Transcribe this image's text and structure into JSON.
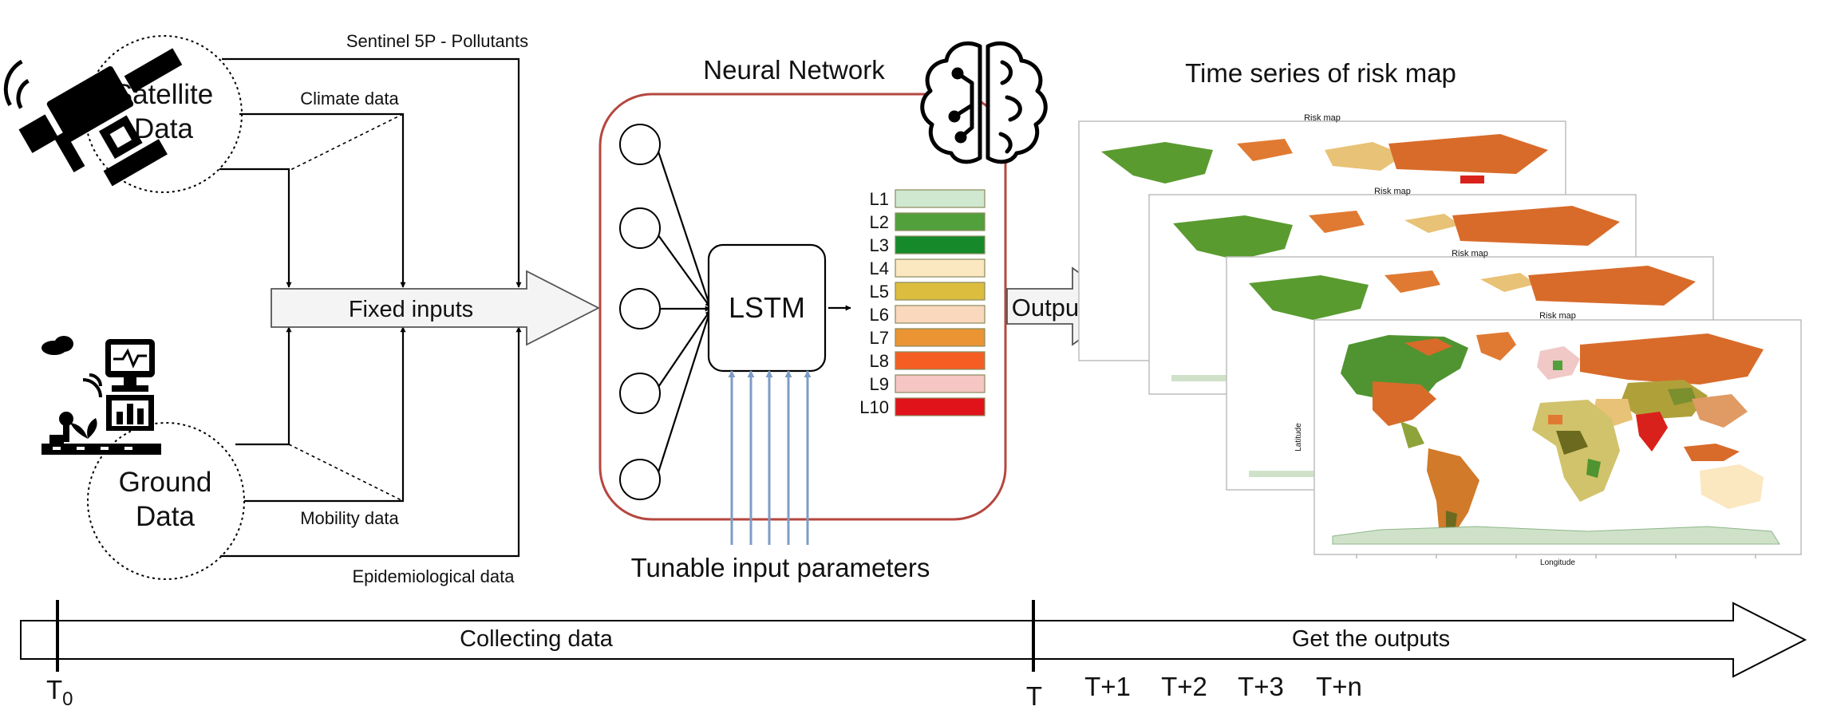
{
  "sources": {
    "satellite": {
      "line1": "Satellite",
      "line2": "Data"
    },
    "ground": {
      "line1": "Ground",
      "line2": "Data"
    }
  },
  "data_labels": {
    "sentinel": "Sentinel 5P - Pollutants",
    "climate": "Climate data",
    "mobility": "Mobility data",
    "epidemiological": "Epidemiological data"
  },
  "fixed_inputs": "Fixed inputs",
  "neural_network": {
    "title": "Neural Network",
    "lstm": "LSTM",
    "tunable": "Tunable input parameters",
    "levels": [
      {
        "label": "L1",
        "color": "#cfe8cf"
      },
      {
        "label": "L2",
        "color": "#52a03c"
      },
      {
        "label": "L3",
        "color": "#168a2a"
      },
      {
        "label": "L4",
        "color": "#fbe7c0"
      },
      {
        "label": "L5",
        "color": "#dcbd3e"
      },
      {
        "label": "L6",
        "color": "#fad8bd"
      },
      {
        "label": "L7",
        "color": "#ea9434"
      },
      {
        "label": "L8",
        "color": "#f55e22"
      },
      {
        "label": "L9",
        "color": "#f5c6c4"
      },
      {
        "label": "L10",
        "color": "#e0121a"
      }
    ]
  },
  "outputs": "Outputs",
  "risk_maps": {
    "title": "Time series of risk map",
    "map_title": "Risk map",
    "x_axis": "Longitude",
    "y_axis": "Latitude"
  },
  "timeline": {
    "collecting": "Collecting data",
    "get_outputs": "Get the outputs",
    "t0_main": "T",
    "t0_sub": "0",
    "t": "T",
    "steps": [
      "T+1",
      "T+2",
      "T+3",
      "T+n"
    ]
  },
  "colors": {
    "nn_border": "#b5473f",
    "tunable_arrows": "#7d9cc7",
    "arrow_fill": "#f4f4f4"
  }
}
